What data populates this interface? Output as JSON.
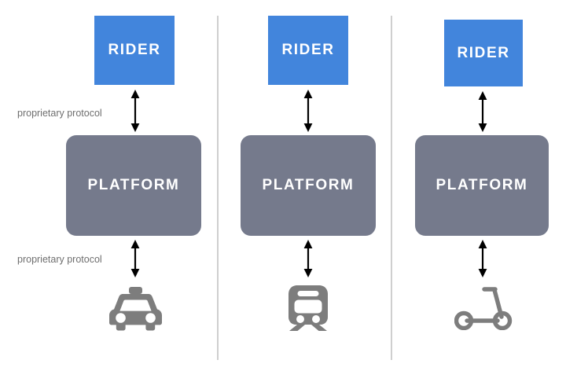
{
  "diagram": {
    "title": "",
    "colors": {
      "rider_fill": "#4285DC",
      "platform_fill": "#757A8C",
      "label_text": "#6f6f6f",
      "divider": "#cfcfcf",
      "vehicle_icon": "#7d7d7d",
      "arrow": "#000000",
      "background": "#ffffff"
    },
    "columns": [
      {
        "id": "column-taxi",
        "rider_label": "RIDER",
        "platform_label": "PLATFORM",
        "top_link_label": "proprietary protocol",
        "bottom_link_label": "proprietary protocol",
        "vehicle_icon": "taxi-icon",
        "vehicle_name": "taxi"
      },
      {
        "id": "column-train",
        "rider_label": "RIDER",
        "platform_label": "PLATFORM",
        "top_link_label": "",
        "bottom_link_label": "",
        "vehicle_icon": "train-icon",
        "vehicle_name": "train"
      },
      {
        "id": "column-scooter",
        "rider_label": "RIDER",
        "platform_label": "PLATFORM",
        "top_link_label": "",
        "bottom_link_label": "",
        "vehicle_icon": "scooter-icon",
        "vehicle_name": "scooter"
      }
    ]
  }
}
